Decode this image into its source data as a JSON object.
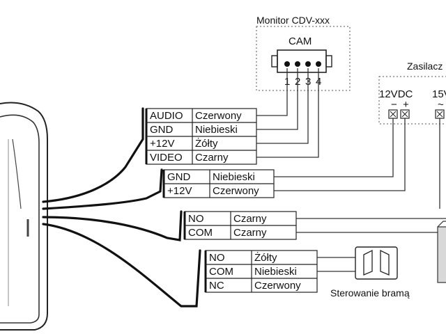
{
  "monitor": {
    "title": "Monitor CDV-xxx",
    "connector_label": "CAM",
    "pins": [
      "1",
      "2",
      "3",
      "4"
    ]
  },
  "power_supply": {
    "title": "Zasilacz",
    "dc_label": "12VDC",
    "ac_label": "15V",
    "dc_terminals": [
      "−",
      "+"
    ],
    "ac_terminal": "~"
  },
  "groups": {
    "monitor_cable": [
      {
        "signal": "AUDIO",
        "color": "Czerwony"
      },
      {
        "signal": "GND",
        "color": "Niebieski"
      },
      {
        "signal": "+12V",
        "color": "Żółty"
      },
      {
        "signal": "VIDEO",
        "color": "Czarny"
      }
    ],
    "power_cable": [
      {
        "signal": "GND",
        "color": "Niebieski"
      },
      {
        "signal": "+12V",
        "color": "Czerwony"
      }
    ],
    "lock_relay": [
      {
        "signal": "NO",
        "color": "Czarny"
      },
      {
        "signal": "COM",
        "color": "Czarny"
      }
    ],
    "gate_relay": [
      {
        "signal": "NO",
        "color": "Żółty"
      },
      {
        "signal": "COM",
        "color": "Niebieski"
      },
      {
        "signal": "NC",
        "color": "Czerwony"
      }
    ]
  },
  "gate": {
    "label": "Sterowanie bramą",
    "icon": "gate-icon"
  },
  "lock": {
    "icon": "electric-lock-icon"
  }
}
